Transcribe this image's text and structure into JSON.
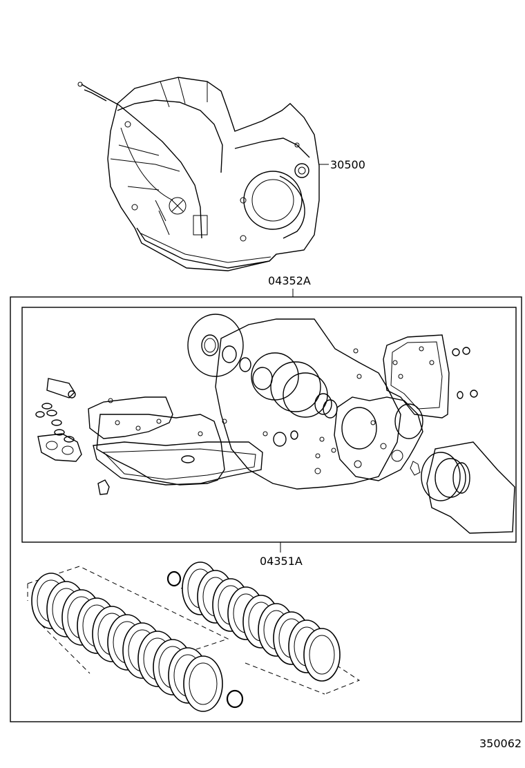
{
  "parts": {
    "transaxle": "30500",
    "overhaul_kit": "04352A",
    "gasket_kit": "04351A"
  },
  "diagram_id": "350062"
}
